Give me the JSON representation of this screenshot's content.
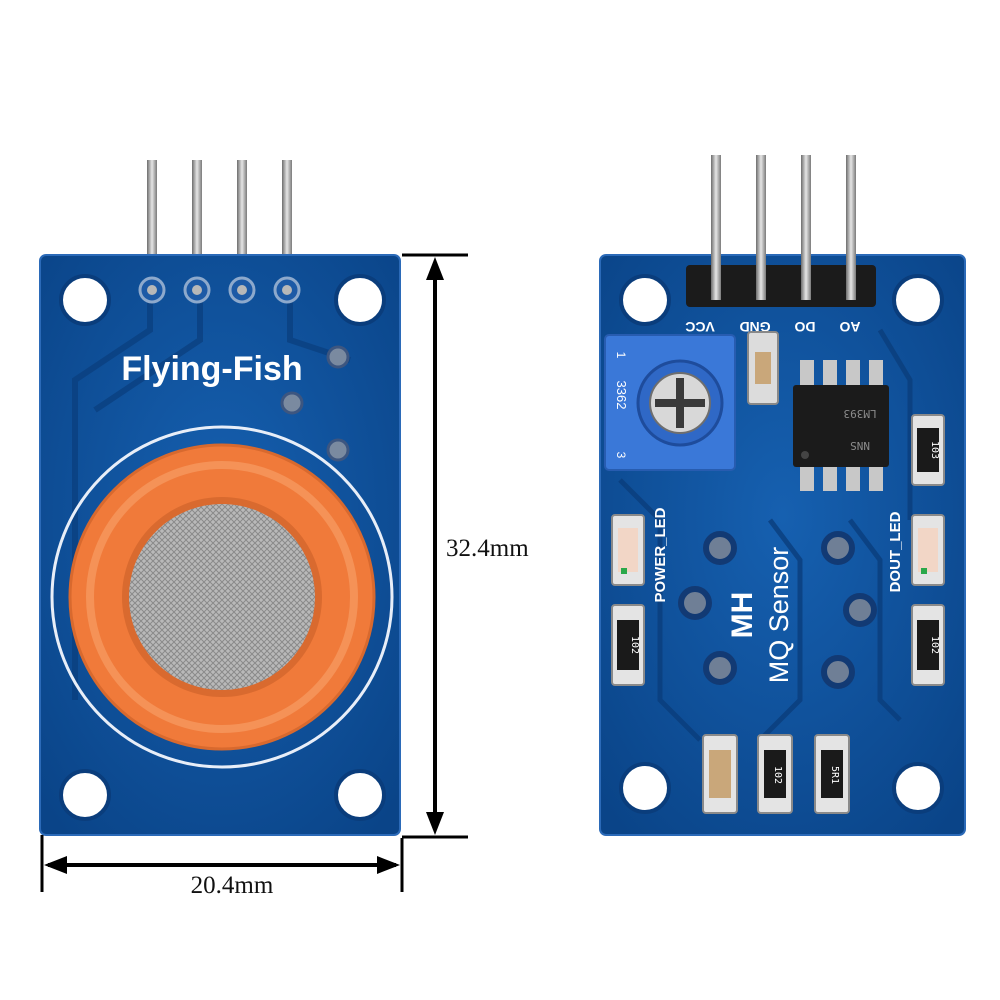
{
  "front": {
    "brand_text": "Flying-Fish"
  },
  "dimensions": {
    "height": "32.4mm",
    "width": "20.4mm"
  },
  "back": {
    "pin_labels": [
      "VCC",
      "GND",
      "DO",
      "AO"
    ],
    "module_label": "MH",
    "sensor_label": "MQ Sensor",
    "power_led_label": "POWER_LED",
    "dout_led_label": "DOUT_LED",
    "pot_code": "3362",
    "pot_pin_1": "1",
    "pot_pin_3": "3",
    "ic_marking": [
      "LM393",
      "NNS"
    ],
    "resistors": {
      "r_top_right": "103",
      "r_left": "102",
      "r_right": "102",
      "r_bottom_mid": "102",
      "r_bottom_right": "5R1"
    }
  },
  "colors": {
    "pcb_blue": "#0d4f9a",
    "pcb_edge": "#1a5fae",
    "sensor_orange": "#f07a3a",
    "pot_blue": "#3a78d8"
  }
}
